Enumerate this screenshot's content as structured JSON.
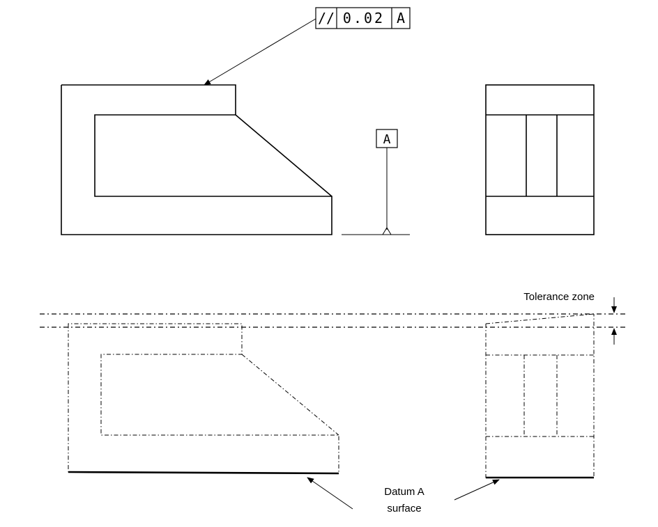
{
  "feature_control_frame": {
    "symbol": "//",
    "tolerance": "0.02",
    "datum": "A"
  },
  "datum_symbol": {
    "label": "A"
  },
  "annotations": {
    "tolerance_zone": "Tolerance zone",
    "datum_surface_line1": "Datum A",
    "datum_surface_line2": "surface"
  }
}
